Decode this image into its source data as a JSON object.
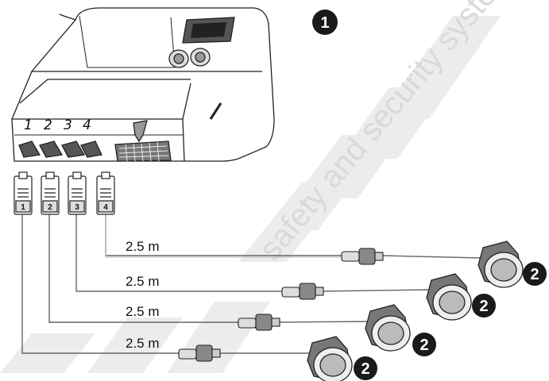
{
  "watermark": {
    "text": "safety and security systems"
  },
  "callouts": {
    "unit": "1",
    "sensor": "2"
  },
  "ports": [
    "1",
    "2",
    "3",
    "4"
  ],
  "cables": [
    {
      "plug": "1",
      "length": "2.5 m"
    },
    {
      "plug": "2",
      "length": "2.5 m"
    },
    {
      "plug": "3",
      "length": "2.5 m"
    },
    {
      "plug": "4",
      "length": "2.5 m"
    }
  ]
}
